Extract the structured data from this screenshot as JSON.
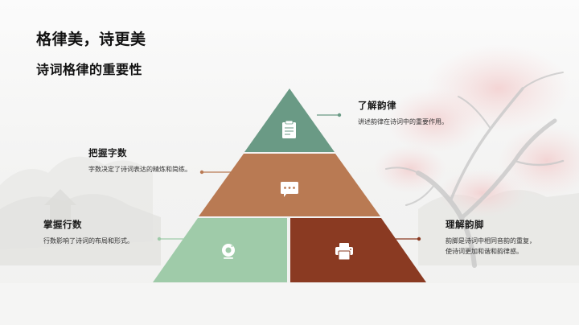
{
  "slide": {
    "title": "格律美，诗更美",
    "subtitle": "诗词格律的重要性"
  },
  "colors": {
    "tier_top": "#6a9a85",
    "tier_middle": "#b97a53",
    "tier_bottom_left": "#9fcba9",
    "tier_bottom_right": "#8a3a22"
  },
  "pyramid": {
    "tiers": [
      {
        "id": "top",
        "icon": "clipboard-icon",
        "color": "#6a9a85",
        "label": {
          "title": "了解韵律",
          "desc": "讲述韵律在诗词中的重要作用。"
        }
      },
      {
        "id": "middle",
        "icon": "chat-bubble-icon",
        "color": "#b97a53",
        "label": {
          "title": "把握字数",
          "desc": "字数决定了诗词表达的精炼和简练。"
        }
      },
      {
        "id": "bottom-left",
        "icon": "webcam-icon",
        "color": "#9fcba9",
        "label": {
          "title": "掌握行数",
          "desc": "行数影响了诗词的布局和形式。"
        }
      },
      {
        "id": "bottom-right",
        "icon": "printer-icon",
        "color": "#8a3a22",
        "label": {
          "title": "理解韵脚",
          "desc": "韵脚是诗词中相同音韵的重复，使诗词更加和谐和韵律感。"
        }
      }
    ]
  }
}
